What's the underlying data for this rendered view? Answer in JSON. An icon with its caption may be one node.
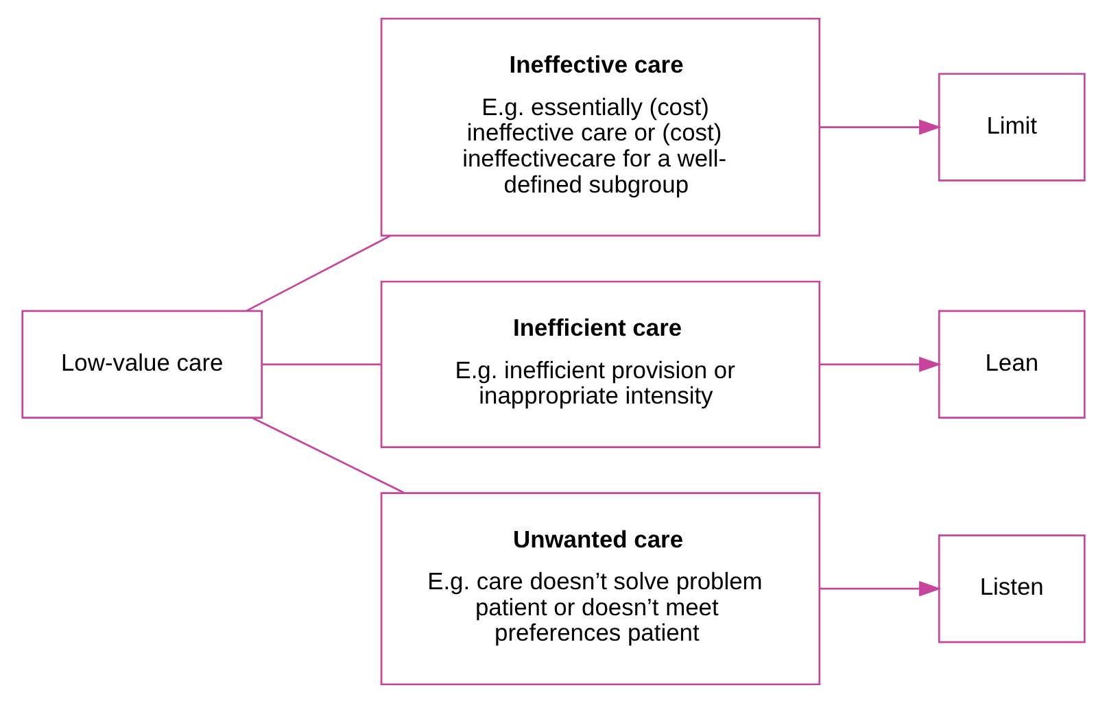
{
  "diagram": {
    "nodes": [
      {
        "text": [
          "Low-value care"
        ]
      },
      {
        "text": [
          "Ineffective care",
          "E.g. essentially (cost) ineffective care or (cost) ineffectivecare for a well-defined subgroup"
        ]
      },
      {
        "text": [
          "Inefficient care",
          "E.g. inefficient provision or inappropriate intensity"
        ]
      },
      {
        "text": [
          "Unwanted care",
          "E.g. care doesn’t solve problem patient or doesn’t meet preferences patient"
        ]
      },
      {
        "text": [
          "Limit"
        ]
      },
      {
        "text": [
          "Lean"
        ]
      },
      {
        "text": [
          "Listen"
        ]
      }
    ],
    "edges": [
      {
        "from": 0,
        "to": 1,
        "arrow": "none"
      },
      {
        "from": 0,
        "to": 2,
        "arrow": "none"
      },
      {
        "from": 0,
        "to": 3,
        "arrow": "none"
      },
      {
        "from": 1,
        "to": 4,
        "arrow": "to"
      },
      {
        "from": 2,
        "to": 5,
        "arrow": "to"
      },
      {
        "from": 3,
        "to": 6,
        "arrow": "to"
      }
    ]
  }
}
